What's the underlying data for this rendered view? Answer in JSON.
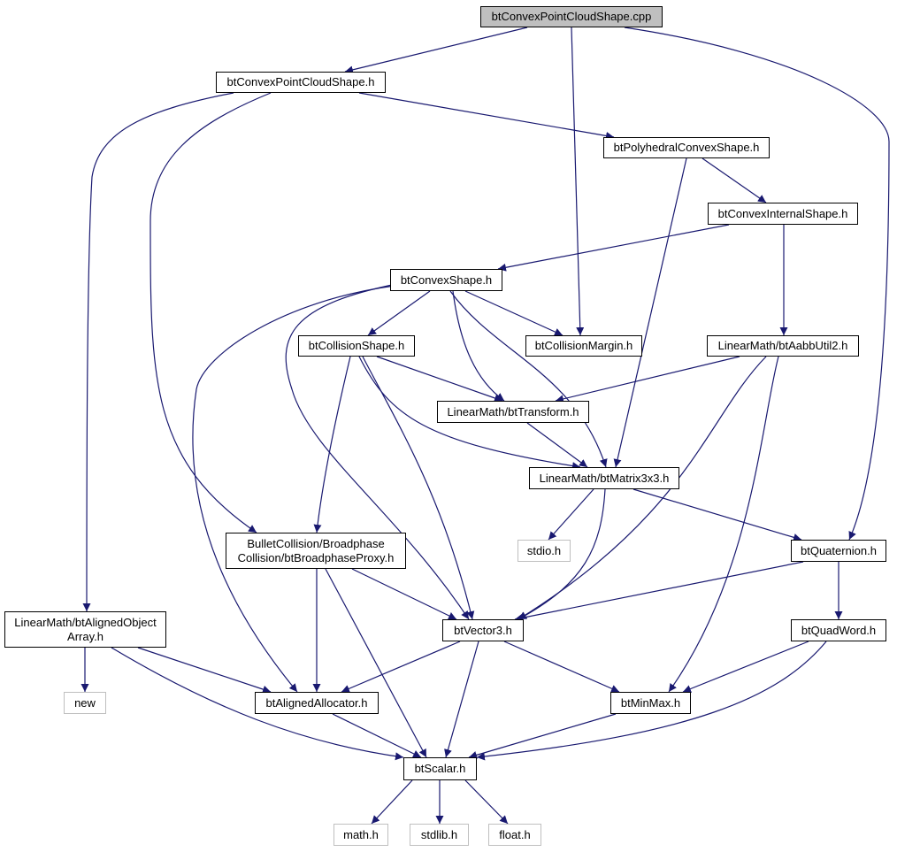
{
  "graph": {
    "colors": {
      "edge": "#191970",
      "node_border": "#000000",
      "root_fill": "#bfbfbf",
      "external_border": "#bfbfbf"
    },
    "nodes": {
      "root": "btConvexPointCloudShape.cpp",
      "convex_point_cloud_h": "btConvexPointCloudShape.h",
      "polyhedral_convex_h": "btPolyhedralConvexShape.h",
      "convex_internal_h": "btConvexInternalShape.h",
      "convex_shape_h": "btConvexShape.h",
      "collision_shape_h": "btCollisionShape.h",
      "collision_margin_h": "btCollisionMargin.h",
      "aabb_util2_h": "LinearMath/btAabbUtil2.h",
      "transform_h": "LinearMath/btTransform.h",
      "matrix3x3_h": "LinearMath/btMatrix3x3.h",
      "stdio_h": "stdio.h",
      "broadphase_proxy_h": "BulletCollision/Broadphase\nCollision/btBroadphaseProxy.h",
      "quaternion_h": "btQuaternion.h",
      "aligned_object_array_h": "LinearMath/btAlignedObject\nArray.h",
      "vector3_h": "btVector3.h",
      "quadword_h": "btQuadWord.h",
      "new": "new",
      "aligned_allocator_h": "btAlignedAllocator.h",
      "minmax_h": "btMinMax.h",
      "scalar_h": "btScalar.h",
      "math_h": "math.h",
      "stdlib_h": "stdlib.h",
      "float_h": "float.h"
    }
  }
}
